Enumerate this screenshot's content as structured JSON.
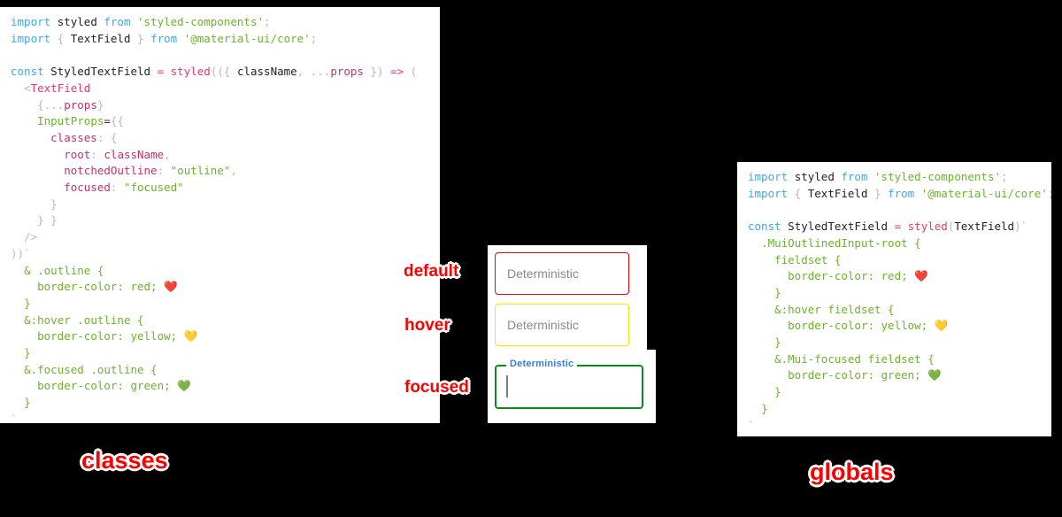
{
  "panels": {
    "classes": {
      "title": "classes",
      "lines": [
        [
          {
            "t": "import",
            "c": "kw"
          },
          {
            "t": " ",
            "c": "plain"
          },
          {
            "t": "styled",
            "c": "def"
          },
          {
            "t": " ",
            "c": "plain"
          },
          {
            "t": "from",
            "c": "kw"
          },
          {
            "t": " ",
            "c": "plain"
          },
          {
            "t": "'styled-components'",
            "c": "str"
          },
          {
            "t": ";",
            "c": "punc"
          }
        ],
        [
          {
            "t": "import",
            "c": "kw"
          },
          {
            "t": " ",
            "c": "plain"
          },
          {
            "t": "{",
            "c": "punc"
          },
          {
            "t": " TextField ",
            "c": "def"
          },
          {
            "t": "}",
            "c": "punc"
          },
          {
            "t": " ",
            "c": "plain"
          },
          {
            "t": "from",
            "c": "kw"
          },
          {
            "t": " ",
            "c": "plain"
          },
          {
            "t": "'@material-ui/core'",
            "c": "str"
          },
          {
            "t": ";",
            "c": "punc"
          }
        ],
        [],
        [
          {
            "t": "const",
            "c": "kw"
          },
          {
            "t": " ",
            "c": "plain"
          },
          {
            "t": "StyledTextField",
            "c": "def"
          },
          {
            "t": " ",
            "c": "plain"
          },
          {
            "t": "=",
            "c": "op"
          },
          {
            "t": " ",
            "c": "plain"
          },
          {
            "t": "styled",
            "c": "fn"
          },
          {
            "t": "((",
            "c": "punc"
          },
          {
            "t": "{",
            "c": "punc"
          },
          {
            "t": " ",
            "c": "plain"
          },
          {
            "t": "className",
            "c": "def"
          },
          {
            "t": ",",
            "c": "punc"
          },
          {
            "t": " ",
            "c": "plain"
          },
          {
            "t": "...",
            "c": "punc"
          },
          {
            "t": "props",
            "c": "var"
          },
          {
            "t": " ",
            "c": "plain"
          },
          {
            "t": "}",
            "c": "punc"
          },
          {
            "t": ")",
            "c": "punc"
          },
          {
            "t": " ",
            "c": "plain"
          },
          {
            "t": "=>",
            "c": "op"
          },
          {
            "t": " ",
            "c": "plain"
          },
          {
            "t": "(",
            "c": "punc"
          }
        ],
        [
          {
            "t": "  ",
            "c": "plain"
          },
          {
            "t": "<",
            "c": "punc"
          },
          {
            "t": "TextField",
            "c": "tag"
          }
        ],
        [
          {
            "t": "    ",
            "c": "plain"
          },
          {
            "t": "{",
            "c": "punc"
          },
          {
            "t": "...",
            "c": "punc"
          },
          {
            "t": "props",
            "c": "var"
          },
          {
            "t": "}",
            "c": "punc"
          }
        ],
        [
          {
            "t": "    ",
            "c": "plain"
          },
          {
            "t": "InputProps",
            "c": "attr"
          },
          {
            "t": "=",
            "c": "plain"
          },
          {
            "t": "{{",
            "c": "punc"
          }
        ],
        [
          {
            "t": "      ",
            "c": "plain"
          },
          {
            "t": "classes",
            "c": "prop"
          },
          {
            "t": ":",
            "c": "punc"
          },
          {
            "t": " ",
            "c": "plain"
          },
          {
            "t": "{",
            "c": "punc"
          }
        ],
        [
          {
            "t": "        ",
            "c": "plain"
          },
          {
            "t": "root",
            "c": "prop"
          },
          {
            "t": ":",
            "c": "punc"
          },
          {
            "t": " ",
            "c": "plain"
          },
          {
            "t": "className",
            "c": "prop"
          },
          {
            "t": ",",
            "c": "punc"
          }
        ],
        [
          {
            "t": "        ",
            "c": "plain"
          },
          {
            "t": "notchedOutline",
            "c": "prop"
          },
          {
            "t": ":",
            "c": "punc"
          },
          {
            "t": " ",
            "c": "plain"
          },
          {
            "t": "\"outline\"",
            "c": "str"
          },
          {
            "t": ",",
            "c": "punc"
          }
        ],
        [
          {
            "t": "        ",
            "c": "plain"
          },
          {
            "t": "focused",
            "c": "prop"
          },
          {
            "t": ":",
            "c": "punc"
          },
          {
            "t": " ",
            "c": "plain"
          },
          {
            "t": "\"focused\"",
            "c": "str"
          }
        ],
        [
          {
            "t": "      ",
            "c": "plain"
          },
          {
            "t": "}",
            "c": "punc"
          }
        ],
        [
          {
            "t": "    ",
            "c": "plain"
          },
          {
            "t": "} }",
            "c": "punc"
          }
        ],
        [
          {
            "t": "  ",
            "c": "plain"
          },
          {
            "t": "/>",
            "c": "punc"
          }
        ],
        [
          {
            "t": "))`",
            "c": "punc"
          }
        ],
        [
          {
            "t": "  ",
            "c": "plain"
          },
          {
            "t": "& .outline {",
            "c": "attr"
          }
        ],
        [
          {
            "t": "    ",
            "c": "plain"
          },
          {
            "t": "border-color: red; ",
            "c": "attr"
          },
          {
            "t": "❤️",
            "c": "emoji"
          }
        ],
        [
          {
            "t": "  ",
            "c": "plain"
          },
          {
            "t": "}",
            "c": "attr"
          }
        ],
        [
          {
            "t": "  ",
            "c": "plain"
          },
          {
            "t": "&:hover .outline {",
            "c": "attr"
          }
        ],
        [
          {
            "t": "    ",
            "c": "plain"
          },
          {
            "t": "border-color: yellow; ",
            "c": "attr"
          },
          {
            "t": "💛",
            "c": "emoji"
          }
        ],
        [
          {
            "t": "  ",
            "c": "plain"
          },
          {
            "t": "}",
            "c": "attr"
          }
        ],
        [
          {
            "t": "  ",
            "c": "plain"
          },
          {
            "t": "&.focused .outline {",
            "c": "attr"
          }
        ],
        [
          {
            "t": "    ",
            "c": "plain"
          },
          {
            "t": "border-color: green; ",
            "c": "attr"
          },
          {
            "t": "💚",
            "c": "emoji"
          }
        ],
        [
          {
            "t": "  ",
            "c": "plain"
          },
          {
            "t": "}",
            "c": "attr"
          }
        ],
        [
          {
            "t": "`",
            "c": "punc"
          }
        ],
        [
          {
            "t": "  ;",
            "c": "punc"
          }
        ]
      ]
    },
    "globals": {
      "title": "globals",
      "lines": [
        [
          {
            "t": "import",
            "c": "kw"
          },
          {
            "t": " ",
            "c": "plain"
          },
          {
            "t": "styled",
            "c": "def"
          },
          {
            "t": " ",
            "c": "plain"
          },
          {
            "t": "from",
            "c": "kw"
          },
          {
            "t": " ",
            "c": "plain"
          },
          {
            "t": "'styled-components'",
            "c": "str"
          },
          {
            "t": ";",
            "c": "punc"
          }
        ],
        [
          {
            "t": "import",
            "c": "kw"
          },
          {
            "t": " ",
            "c": "plain"
          },
          {
            "t": "{",
            "c": "punc"
          },
          {
            "t": " TextField ",
            "c": "def"
          },
          {
            "t": "}",
            "c": "punc"
          },
          {
            "t": " ",
            "c": "plain"
          },
          {
            "t": "from",
            "c": "kw"
          },
          {
            "t": " ",
            "c": "plain"
          },
          {
            "t": "'@material-ui/core'",
            "c": "str"
          },
          {
            "t": ";",
            "c": "punc"
          }
        ],
        [],
        [
          {
            "t": "const",
            "c": "kw"
          },
          {
            "t": " ",
            "c": "plain"
          },
          {
            "t": "StyledTextField",
            "c": "def"
          },
          {
            "t": " ",
            "c": "plain"
          },
          {
            "t": "=",
            "c": "op"
          },
          {
            "t": " ",
            "c": "plain"
          },
          {
            "t": "styled",
            "c": "fn"
          },
          {
            "t": "(",
            "c": "punc"
          },
          {
            "t": "TextField",
            "c": "def"
          },
          {
            "t": ")`",
            "c": "punc"
          }
        ],
        [
          {
            "t": "  ",
            "c": "plain"
          },
          {
            "t": ".MuiOutlinedInput-root {",
            "c": "attr"
          }
        ],
        [
          {
            "t": "    ",
            "c": "plain"
          },
          {
            "t": "fieldset {",
            "c": "attr"
          }
        ],
        [
          {
            "t": "      ",
            "c": "plain"
          },
          {
            "t": "border-color: red; ",
            "c": "attr"
          },
          {
            "t": "❤️",
            "c": "emoji"
          }
        ],
        [
          {
            "t": "    ",
            "c": "plain"
          },
          {
            "t": "}",
            "c": "attr"
          }
        ],
        [
          {
            "t": "    ",
            "c": "plain"
          },
          {
            "t": "&:hover fieldset {",
            "c": "attr"
          }
        ],
        [
          {
            "t": "      ",
            "c": "plain"
          },
          {
            "t": "border-color: yellow; ",
            "c": "attr"
          },
          {
            "t": "💛",
            "c": "emoji"
          }
        ],
        [
          {
            "t": "    ",
            "c": "plain"
          },
          {
            "t": "}",
            "c": "attr"
          }
        ],
        [
          {
            "t": "    ",
            "c": "plain"
          },
          {
            "t": "&.Mui-focused fieldset {",
            "c": "attr"
          }
        ],
        [
          {
            "t": "      ",
            "c": "plain"
          },
          {
            "t": "border-color: green; ",
            "c": "attr"
          },
          {
            "t": "💚",
            "c": "emoji"
          }
        ],
        [
          {
            "t": "    ",
            "c": "plain"
          },
          {
            "t": "}",
            "c": "attr"
          }
        ],
        [
          {
            "t": "  ",
            "c": "plain"
          },
          {
            "t": "}",
            "c": "attr"
          }
        ],
        [
          {
            "t": "`",
            "c": "punc"
          }
        ],
        [
          {
            "t": "  ;",
            "c": "punc"
          }
        ]
      ]
    }
  },
  "demo": {
    "states": [
      {
        "name": "default",
        "label": "default",
        "value": "Deterministic",
        "border_color": "#ff0000",
        "floating_label": null
      },
      {
        "name": "hover",
        "label": "hover",
        "value": "Deterministic",
        "border_color": "#ffe400",
        "floating_label": null
      },
      {
        "name": "focused",
        "label": "focused",
        "value": "",
        "border_color": "#0b8a1e",
        "floating_label": "Deterministic"
      }
    ],
    "floating_label_color": "#3b7ddd",
    "placeholder_text_color": "#8a8a8a"
  },
  "annotation_color": "#ff0000",
  "background_color": "#000000"
}
